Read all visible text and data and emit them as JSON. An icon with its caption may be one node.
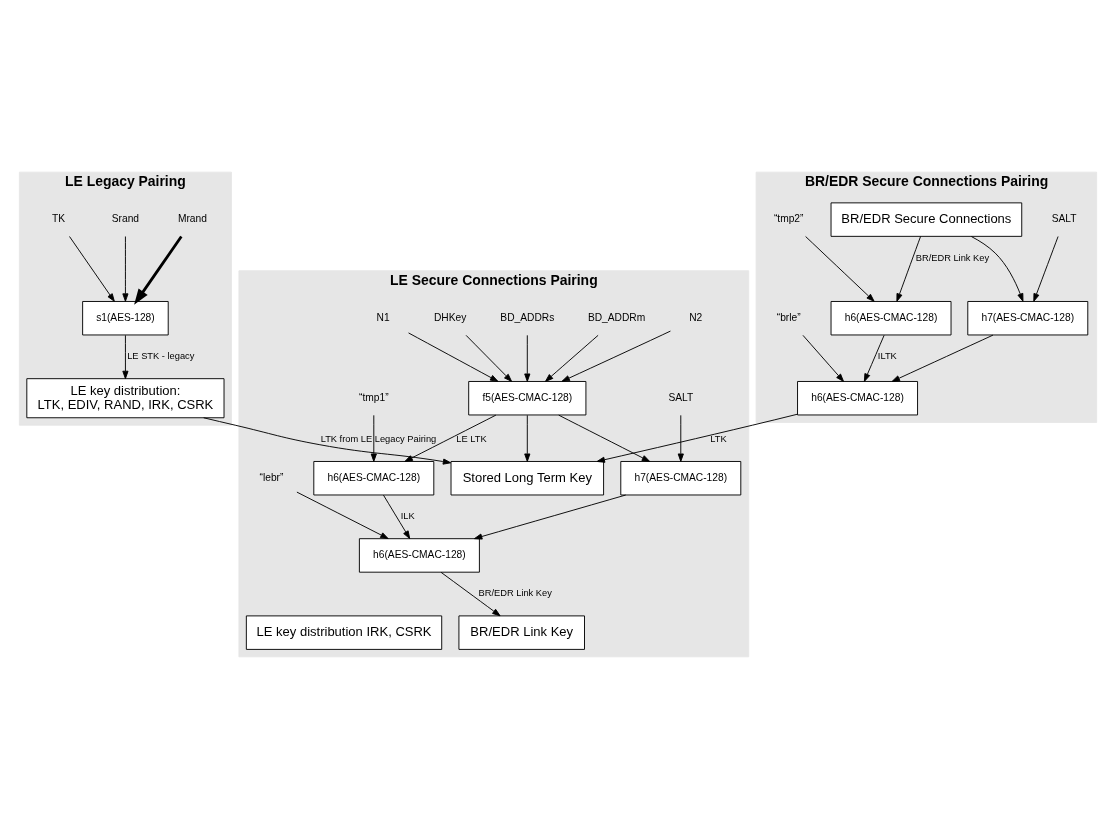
{
  "diagram": {
    "nodes": [
      {
        "text": [
          "LE Legacy Pairing"
        ]
      },
      {
        "text": [
          "LE Secure Connections Pairing"
        ]
      },
      {
        "text": [
          "BR/EDR Secure Connections Pairing"
        ]
      },
      {
        "text": [
          "TK"
        ],
        "in": 0
      },
      {
        "text": [
          "Mrand"
        ],
        "in": 0
      },
      {
        "text": [
          "Srand"
        ],
        "in": 0
      },
      {
        "text": [
          "s1(AES-128)"
        ],
        "in": 0
      },
      {
        "text": [
          "LE key distribution:",
          "LTK, EDIV, RAND, IRK, CSRK"
        ],
        "in": 0
      },
      {
        "text": [
          "DHKey"
        ],
        "in": 1
      },
      {
        "text": [
          "N1"
        ],
        "in": 1
      },
      {
        "text": [
          "N2"
        ],
        "in": 1
      },
      {
        "text": [
          "BD_ADDRm"
        ],
        "in": 1
      },
      {
        "text": [
          "BD_ADDRs"
        ],
        "in": 1
      },
      {
        "text": [
          "f5(AES-CMAC-128)"
        ],
        "in": 1
      },
      {
        "text": [
          "“tmp1”"
        ],
        "in": 1
      },
      {
        "text": [
          "SALT"
        ],
        "in": 1
      },
      {
        "text": [
          "h6(AES-CMAC-128)"
        ],
        "in": 1
      },
      {
        "text": [
          "h7(AES-CMAC-128)"
        ],
        "in": 1
      },
      {
        "text": [
          "“lebr”"
        ],
        "in": 1
      },
      {
        "text": [
          "h6(AES-CMAC-128)"
        ],
        "in": 1
      },
      {
        "text": [
          "BR/EDR Link Key"
        ],
        "in": 1
      },
      {
        "text": [
          "LE key distribution IRK, CSRK"
        ],
        "in": 1
      },
      {
        "text": [
          "Stored Long Term Key"
        ],
        "in": 1
      },
      {
        "text": [
          "BR/EDR Secure Connections"
        ],
        "in": 2
      },
      {
        "text": [
          "“tmp2”"
        ],
        "in": 2
      },
      {
        "text": [
          "SALT"
        ],
        "in": 2
      },
      {
        "text": [
          "h6(AES-CMAC-128)"
        ],
        "in": 2
      },
      {
        "text": [
          "h7(AES-CMAC-128)"
        ],
        "in": 2
      },
      {
        "text": [
          "“brle”"
        ],
        "in": 2
      },
      {
        "text": [
          "h6(AES-CMAC-128)"
        ],
        "in": 2
      }
    ],
    "edges": [
      {
        "from": 3,
        "to": 6,
        "arrow": "to"
      },
      {
        "from": 4,
        "to": 6,
        "arrow": "to",
        "style": "thick"
      },
      {
        "from": 5,
        "to": 6,
        "arrow": "to"
      },
      {
        "from": 6,
        "to": 7,
        "arrow": "to",
        "label": "LE STK - legacy"
      },
      {
        "from": 7,
        "to": 22,
        "arrow": "to",
        "label": "LTK from LE Legacy Pairing"
      },
      {
        "from": 8,
        "to": 13,
        "arrow": "to"
      },
      {
        "from": 9,
        "to": 13,
        "arrow": "to"
      },
      {
        "from": 10,
        "to": 13,
        "arrow": "to"
      },
      {
        "from": 11,
        "to": 13,
        "arrow": "to"
      },
      {
        "from": 12,
        "to": 13,
        "arrow": "to"
      },
      {
        "from": 13,
        "to": 16,
        "arrow": "to",
        "label": "LE LTK"
      },
      {
        "from": 13,
        "to": 17,
        "arrow": "to"
      },
      {
        "from": 13,
        "to": 22,
        "arrow": "to"
      },
      {
        "from": 14,
        "to": 16,
        "arrow": "to"
      },
      {
        "from": 15,
        "to": 17,
        "arrow": "to"
      },
      {
        "from": 16,
        "to": 19,
        "arrow": "to",
        "label": "ILK"
      },
      {
        "from": 17,
        "to": 19,
        "arrow": "to"
      },
      {
        "from": 18,
        "to": 19,
        "arrow": "to"
      },
      {
        "from": 19,
        "to": 20,
        "arrow": "to",
        "label": "BR/EDR Link Key"
      },
      {
        "from": 23,
        "to": 26,
        "arrow": "to",
        "label": "BR/EDR Link Key"
      },
      {
        "from": 23,
        "to": 27,
        "arrow": "to"
      },
      {
        "from": 24,
        "to": 26,
        "arrow": "to"
      },
      {
        "from": 25,
        "to": 27,
        "arrow": "to"
      },
      {
        "from": 26,
        "to": 29,
        "arrow": "to",
        "label": "ILTK"
      },
      {
        "from": 27,
        "to": 29,
        "arrow": "to"
      },
      {
        "from": 28,
        "to": 29,
        "arrow": "to"
      },
      {
        "from": 29,
        "to": 22,
        "arrow": "to",
        "label": "LTK"
      }
    ]
  }
}
